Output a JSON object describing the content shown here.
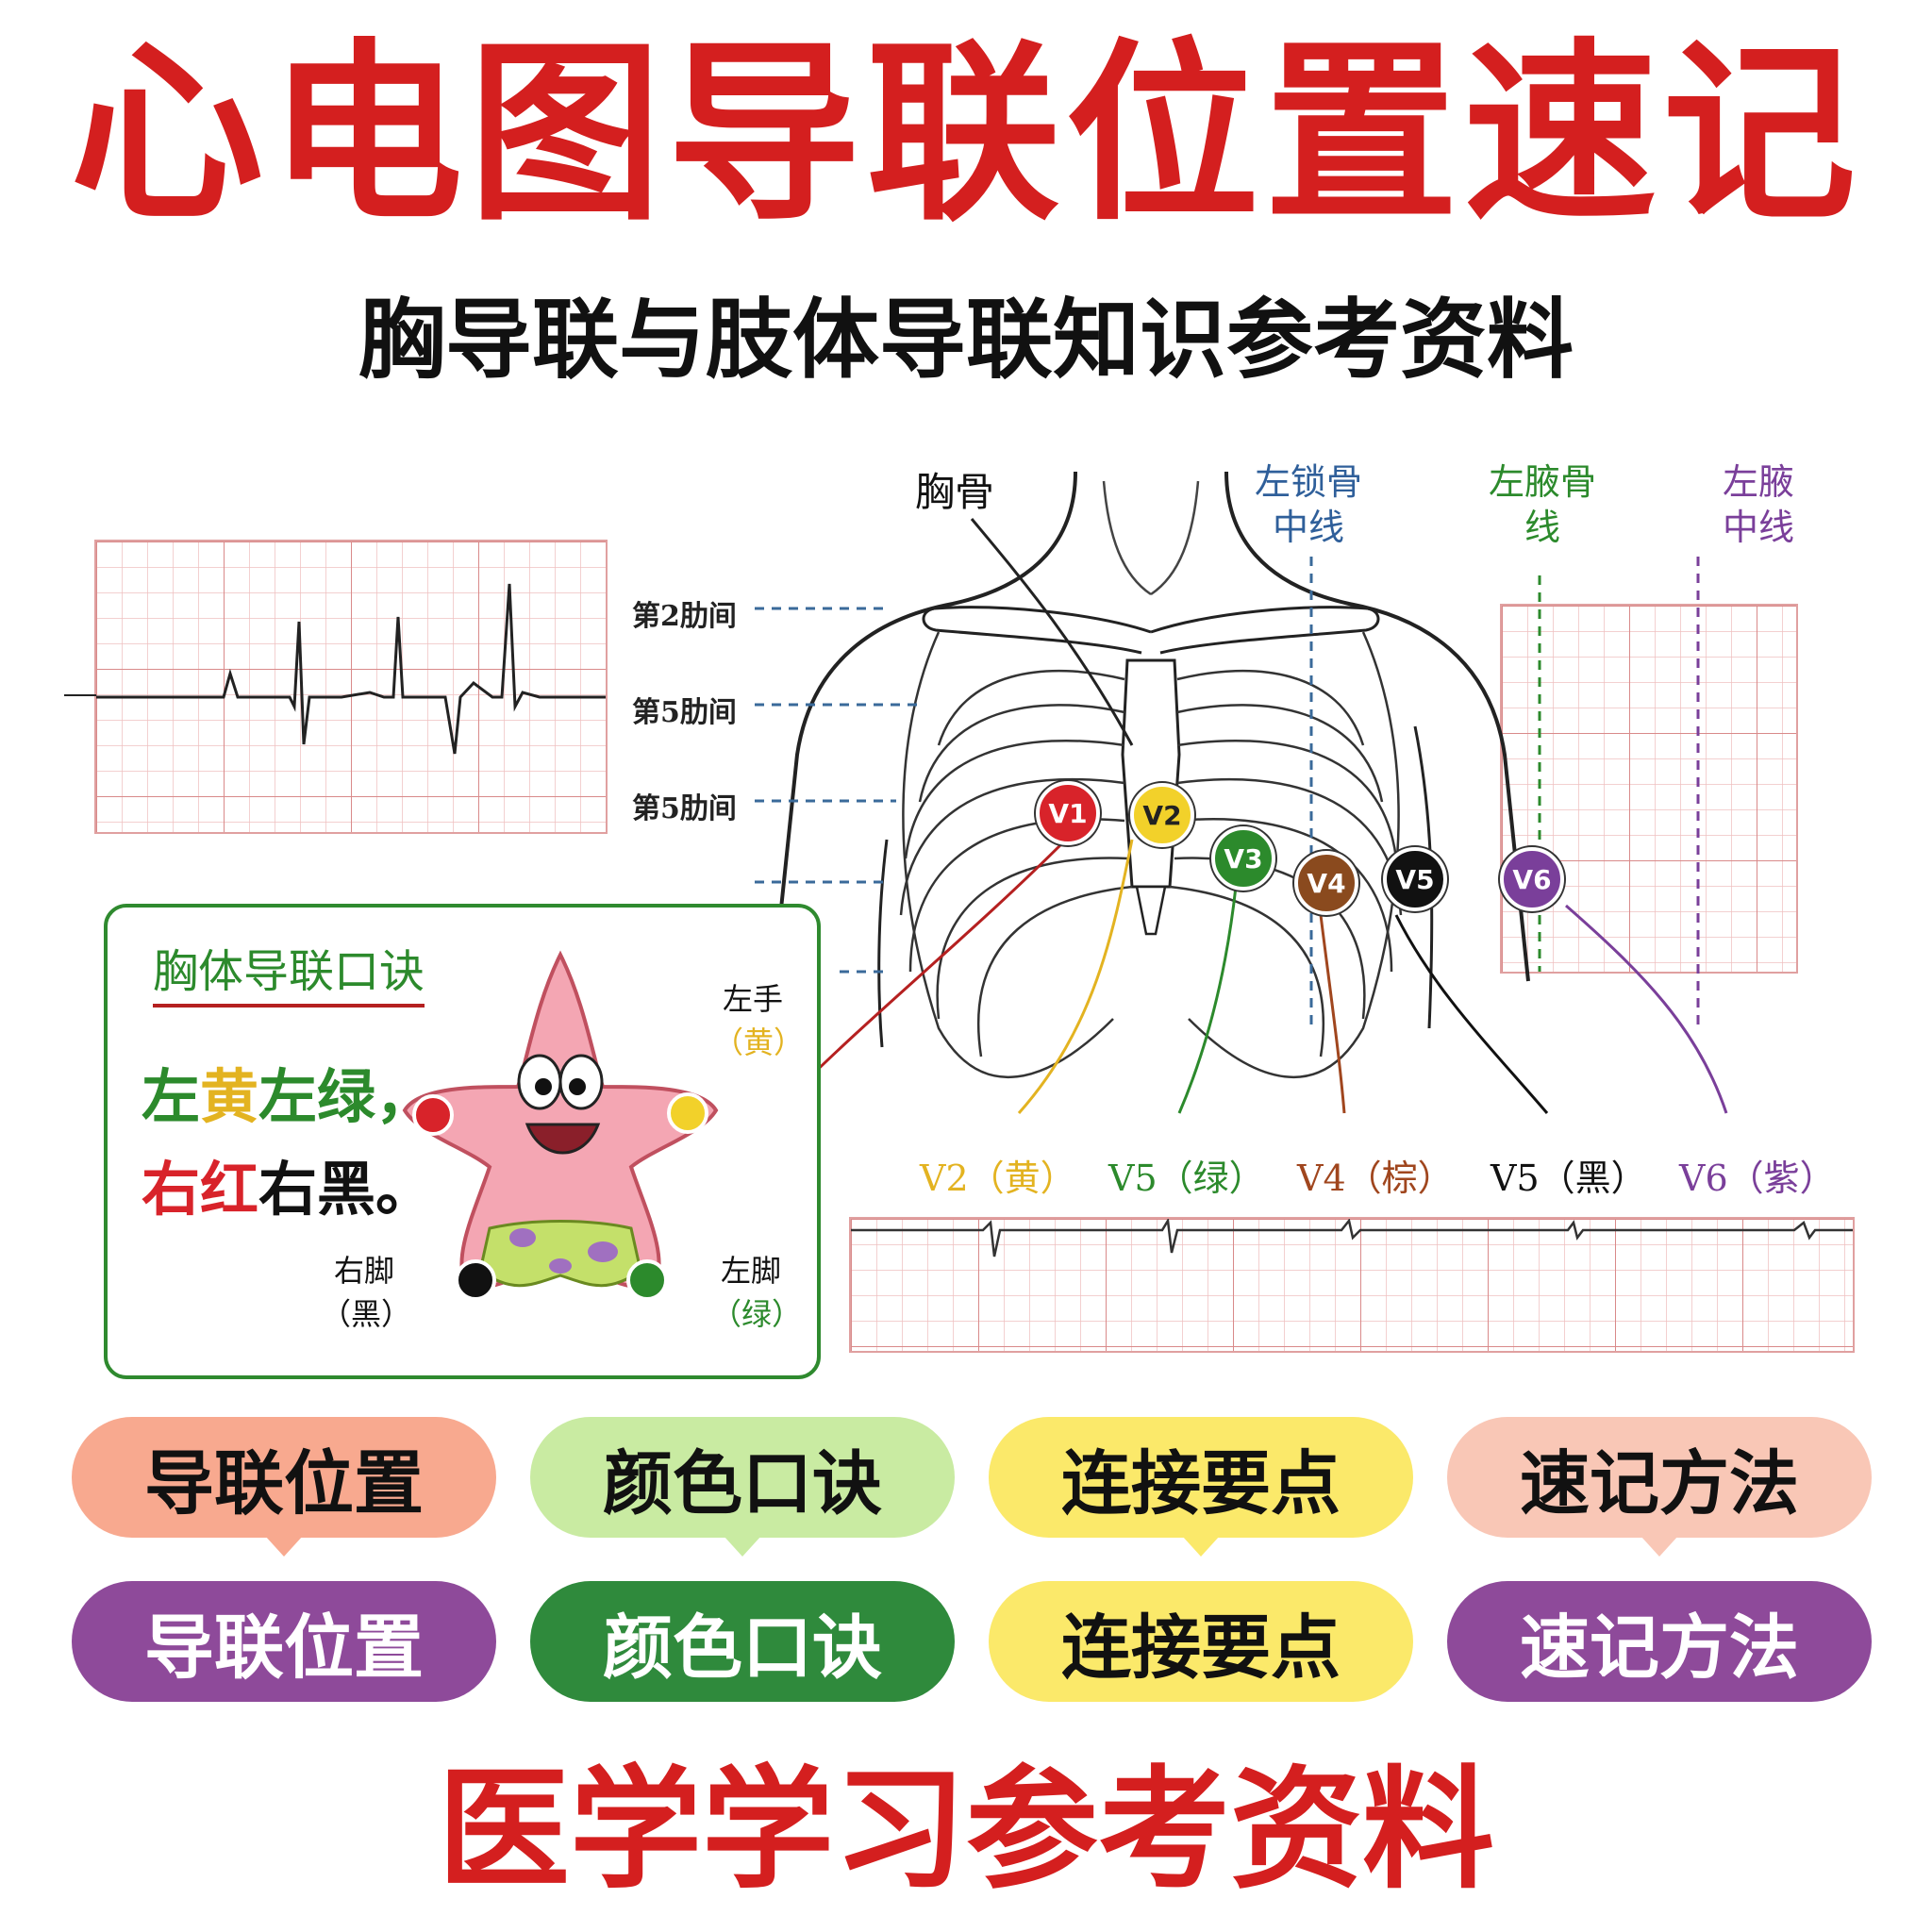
{
  "header": {
    "title": "心电图导联位置速记",
    "subtitle": "胸导联与肢体导联知识参考资料"
  },
  "diagram": {
    "sternum_label": "胸骨",
    "midclavicular_label": [
      "左锁骨",
      "中线"
    ],
    "anterior_axillary_label": [
      "左腋骨",
      "线"
    ],
    "mid_axillary_label": [
      "左腋",
      "中线"
    ],
    "intercostal_labels": [
      "第2肋间",
      "第5肋间",
      "第5肋间"
    ],
    "electrodes": [
      {
        "label": "V1",
        "color": "#d8232a"
      },
      {
        "label": "V2",
        "color": "#f2d12a"
      },
      {
        "label": "V3",
        "color": "#2c8a2c"
      },
      {
        "label": "V4",
        "color": "#8a4a1e"
      },
      {
        "label": "V5",
        "color": "#111111"
      },
      {
        "label": "V6",
        "color": "#7a3f9a"
      }
    ],
    "bottom_leads": [
      {
        "label": "V2（黄）",
        "color": "#e3b321"
      },
      {
        "label": "V5（绿）",
        "color": "#2c8a2c"
      },
      {
        "label": "V4（棕）",
        "color": "#a0461e"
      },
      {
        "label": "V5（黑）",
        "color": "#111111"
      },
      {
        "label": "V6（紫）",
        "color": "#7a3f9a"
      }
    ]
  },
  "mnemonic": {
    "title": "胸体导联口诀",
    "line1": [
      {
        "t": "左",
        "c": "#2c8a2c"
      },
      {
        "t": "黄",
        "c": "#e3b321"
      },
      {
        "t": "左绿，",
        "c": "#2c8a2c"
      }
    ],
    "line2": [
      {
        "t": "右红",
        "c": "#d8232a"
      },
      {
        "t": "右黑。",
        "c": "#111111"
      }
    ],
    "left_hand": "左手",
    "left_hand_color": "（黄）",
    "right_foot": "右脚",
    "right_foot_color": "（黑）",
    "left_foot": "左脚",
    "left_foot_color": "（绿）"
  },
  "pills_row1": [
    {
      "label": "导联位置",
      "bg": "#f8a98f",
      "fg": "#111"
    },
    {
      "label": "颜色口诀",
      "bg": "#c9eba2",
      "fg": "#111"
    },
    {
      "label": "连接要点",
      "bg": "#fbe96a",
      "fg": "#111"
    },
    {
      "label": "速记方法",
      "bg": "#f9c7b6",
      "fg": "#111"
    }
  ],
  "pills_row2": [
    {
      "label": "导联位置",
      "bg": "#8e4a9a",
      "fg": "#fff"
    },
    {
      "label": "颜色口诀",
      "bg": "#2f8a3c",
      "fg": "#fff"
    },
    {
      "label": "连接要点",
      "bg": "#fbe96a",
      "fg": "#111"
    },
    {
      "label": "速记方法",
      "bg": "#8e4a9a",
      "fg": "#fff"
    }
  ],
  "footer": "医学学习参考资料"
}
